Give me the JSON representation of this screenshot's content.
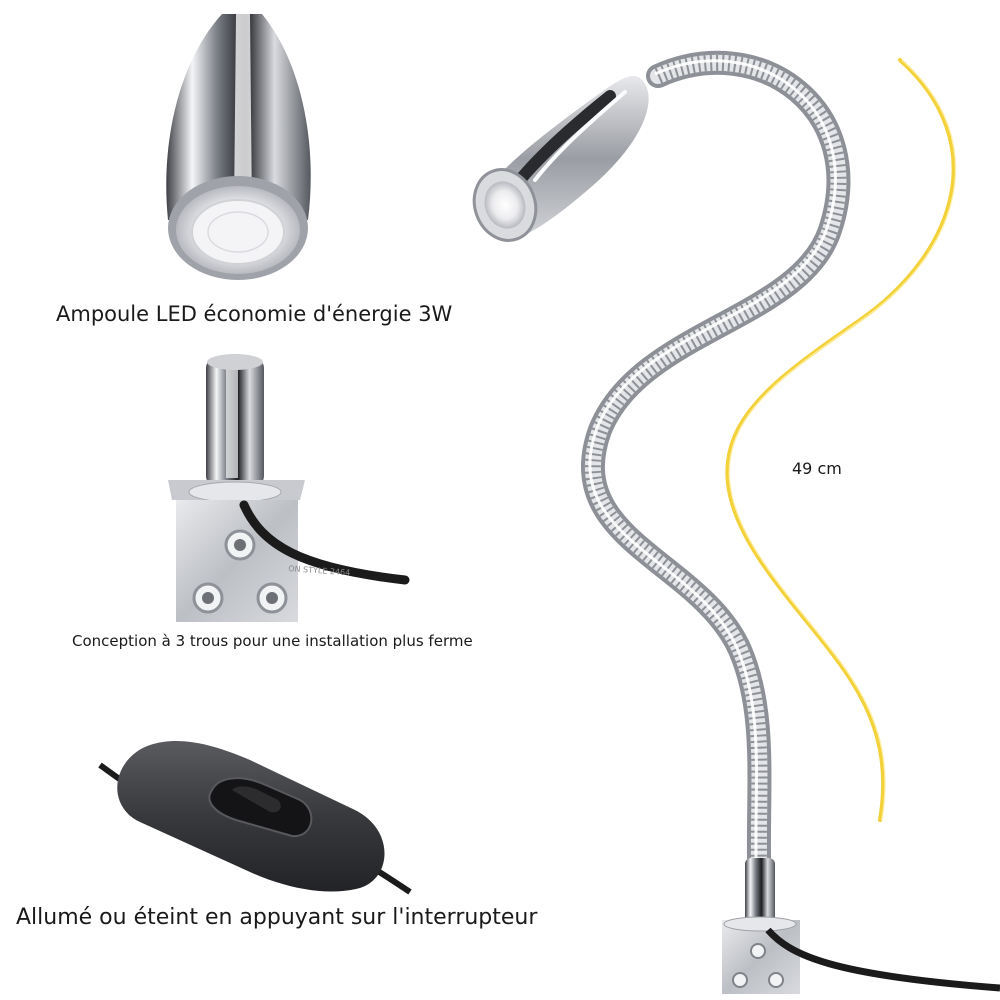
{
  "captions": {
    "led_bulb": "Ampoule LED économie d'énergie 3W",
    "mount_holes": "Conception à 3 trous pour une installation plus ferme",
    "switch": "Allumé ou éteint en appuyant sur l'interrupteur",
    "length": "49 cm"
  },
  "cable_print": "ON STYLE 2464",
  "colors": {
    "background": "#ffffff",
    "measure_line": "#f2d13a",
    "chrome": "#b9bcc2",
    "switch_body": "#3a3a3d",
    "cable": "#1b1b1b"
  }
}
